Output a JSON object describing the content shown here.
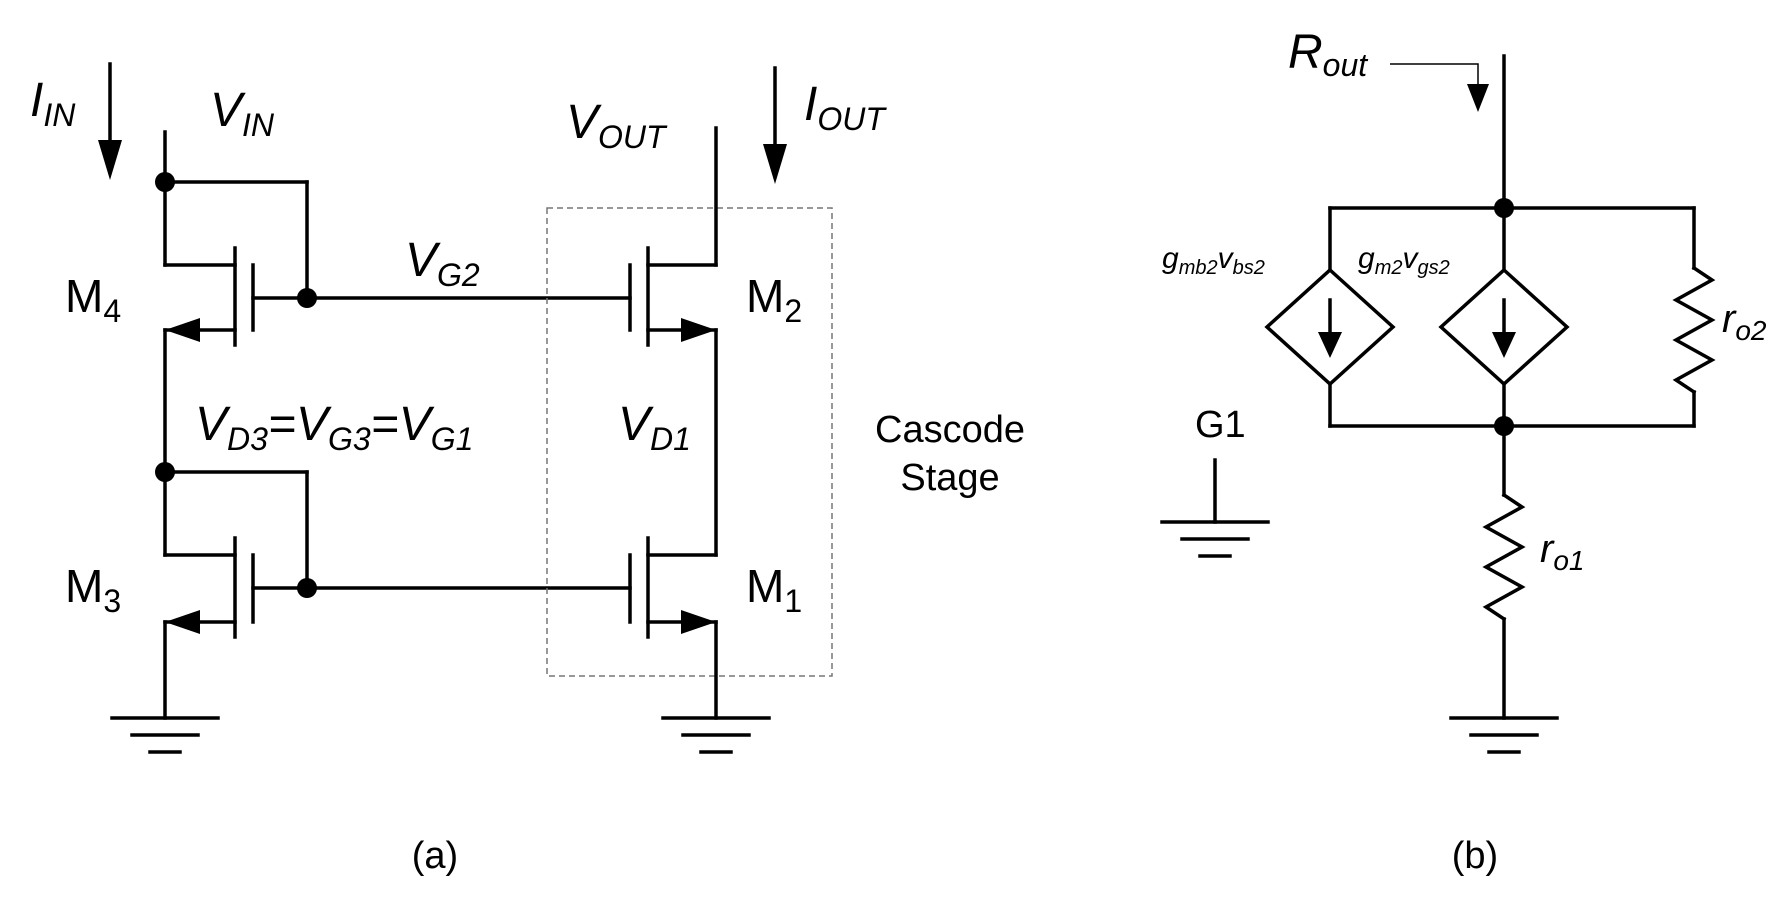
{
  "panel_a": {
    "caption": "(a)",
    "labels": {
      "iin_main": "I",
      "iin_sub": "IN",
      "vin_main": "V",
      "vin_sub": "IN",
      "vout_main": "V",
      "vout_sub": "OUT",
      "iout_main": "I",
      "iout_sub": "OUT",
      "vg2_main": "V",
      "vg2_sub": "G2",
      "vd3_main": "V",
      "vd3_sub": "D3",
      "eq1": "=",
      "vg3_main": "V",
      "vg3_sub": "G3",
      "eq2": "=",
      "vg1_main": "V",
      "vg1_sub": "G1",
      "vd1_main": "V",
      "vd1_sub": "D1",
      "m4_main": "M",
      "m4_sub": "4",
      "m3_main": "M",
      "m3_sub": "3",
      "m2_main": "M",
      "m2_sub": "2",
      "m1_main": "M",
      "m1_sub": "1",
      "cascode_line1": "Cascode",
      "cascode_line2": "Stage"
    }
  },
  "panel_b": {
    "caption": "(b)",
    "labels": {
      "rout_main": "R",
      "rout_sub": "out",
      "gmb2_g": "g",
      "gmb2_sub1": "mb2",
      "gmb2_v": "v",
      "gmb2_sub2": "bs2",
      "gm2_g": "g",
      "gm2_sub1": "m2",
      "gm2_v": "v",
      "gm2_sub2": "gs2",
      "ro2_main": "r",
      "ro2_sub": "o2",
      "ro1_main": "r",
      "ro1_sub": "o1",
      "g1": "G1"
    }
  }
}
